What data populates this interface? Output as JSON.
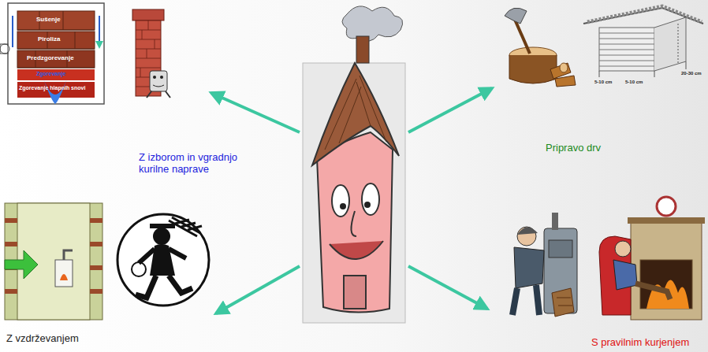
{
  "diagram": {
    "labels": [
      "Sušenje",
      "Piroliza",
      "Predzgorevanje",
      "Zgorevanje",
      "Zgorevanje hlapnih snovi",
      "5-10 cm",
      "5-10 cm",
      "20-30 cm",
      "Z izborom in vgradnjo kurilne naprave",
      "Pripravo drv",
      "Z vzdrževanjem",
      "S pravilnim kurjenjem"
    ]
  }
}
